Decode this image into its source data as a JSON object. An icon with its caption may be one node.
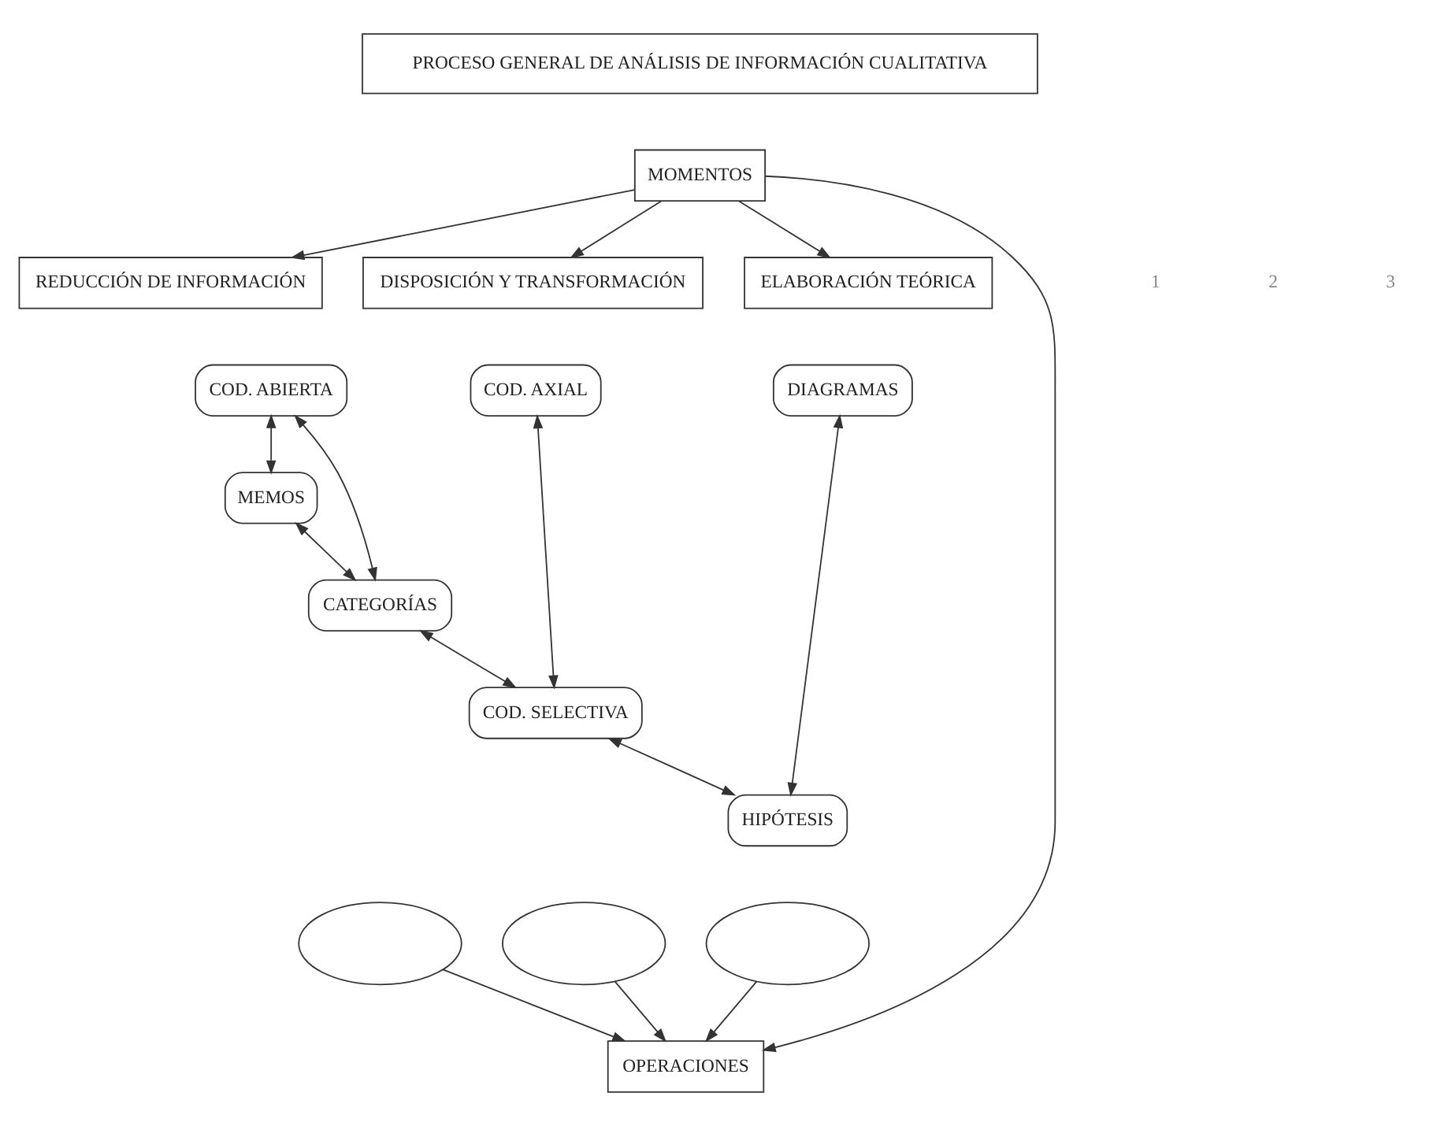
{
  "diagram": {
    "nodes": [
      {
        "text": [
          "PROCESO GENERAL DE ANÁLISIS DE INFORMACIÓN CUALITATIVA"
        ]
      },
      {
        "text": [
          "MOMENTOS"
        ]
      },
      {
        "text": [],
        "shape": "ellipse"
      },
      {
        "text": [],
        "shape": "ellipse"
      },
      {
        "text": [],
        "shape": "ellipse"
      },
      {
        "text": [
          "REDUCCIÓN DE INFORMACIÓN"
        ]
      },
      {
        "text": [
          "DISPOSICIÓN Y TRANSFORMACIÓN"
        ]
      },
      {
        "text": [
          "ELABORACIÓN TEÓRICA"
        ]
      },
      {
        "text": [
          "COD. ABIERTA"
        ]
      },
      {
        "text": [
          "COD. AXIAL"
        ]
      },
      {
        "text": [
          "DIAGRAMAS"
        ]
      },
      {
        "text": [
          "MEMOS"
        ]
      },
      {
        "text": [
          "HIPÓTESIS"
        ]
      },
      {
        "text": [
          "COD. SELECTIVA"
        ]
      },
      {
        "text": [
          "CATEGORÍAS"
        ]
      },
      {
        "text": [
          "OPERACIONES"
        ]
      }
    ],
    "edges": [
      {
        "from": 1,
        "to": 5,
        "arrow": "to"
      },
      {
        "from": 1,
        "to": 6,
        "arrow": "to"
      },
      {
        "from": 1,
        "to": 7,
        "arrow": "to"
      },
      {
        "from": 1,
        "to": 15,
        "arrow": "to"
      },
      {
        "from": 8,
        "to": 11,
        "arrow": "both"
      },
      {
        "from": 8,
        "to": 14,
        "arrow": "both"
      },
      {
        "from": 11,
        "to": 14,
        "arrow": "both"
      },
      {
        "from": 9,
        "to": 13,
        "arrow": "both"
      },
      {
        "from": 10,
        "to": 12,
        "arrow": "both"
      },
      {
        "from": 14,
        "to": 13,
        "arrow": "both"
      },
      {
        "from": 13,
        "to": 12,
        "arrow": "both"
      },
      {
        "from": 2,
        "to": 15,
        "arrow": "to"
      },
      {
        "from": 3,
        "to": 15,
        "arrow": "to"
      },
      {
        "from": 4,
        "to": 15,
        "arrow": "to"
      }
    ],
    "labels": [
      "1",
      "2",
      "3"
    ]
  }
}
